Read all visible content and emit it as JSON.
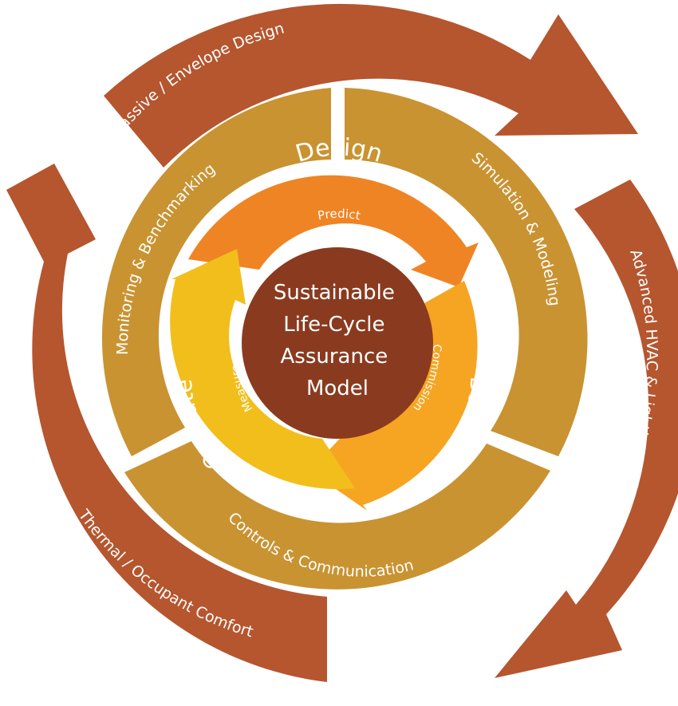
{
  "center": {
    "lines": [
      "Sustainable",
      "Life-Cycle",
      "Assurance",
      "Model"
    ]
  },
  "inner_cycle": {
    "phases": [
      {
        "title": "Design",
        "subtitle": "Predict"
      },
      {
        "title": "Build",
        "subtitle": "Commission"
      },
      {
        "title": "Operate",
        "subtitle": "Measure"
      }
    ]
  },
  "middle_ring": {
    "segments": [
      "Monitoring & Benchmarking",
      "Simulation & Modeling",
      "Controls & Communication"
    ]
  },
  "outer_arrows": [
    "Passive  / Envelope Design",
    "Advanced HVAC & Lighting",
    "Thermal / Occupant Comfort"
  ],
  "colors": {
    "outer_arrow": "#b5562f",
    "middle_ring": "#c99332",
    "design": "#ef8424",
    "build": "#f5a522",
    "operate": "#f2be1c",
    "center": "#8a3b1f",
    "text_light": "#ffffff"
  }
}
